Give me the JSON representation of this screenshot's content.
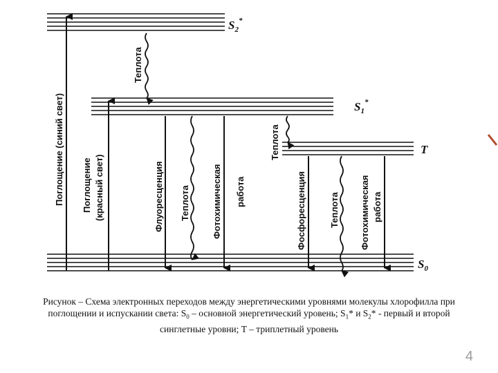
{
  "levels": {
    "s2": {
      "symbol": "S",
      "sub": "2",
      "sup": "*"
    },
    "s1": {
      "symbol": "S",
      "sub": "1",
      "sup": "*"
    },
    "t": {
      "symbol": "T"
    },
    "s0": {
      "symbol": "S",
      "sub": "0"
    }
  },
  "transitions": {
    "absorption_blue": "Поглощение (синий свет)",
    "absorption_red_line1": "Поглощение",
    "absorption_red_line2": "(красный свет)",
    "heat_s2_s1": "Теплота",
    "fluorescence": "Флуоресценция",
    "heat_s1_s0": "Теплота",
    "photochem_s1_line1": "Фотохимическая",
    "photochem_s1_line2": "работа",
    "heat_s1_t": "Теплота",
    "phosphorescence": "Фосфоресценция",
    "heat_t_s0": "Теплота",
    "photochem_t_line1": "Фотохимическая",
    "photochem_t_line2": "работа"
  },
  "caption": {
    "line1": "Рисунок – Схема электронных переходов между энергетическими уровнями молекулы хлорофилла при",
    "line2_a": "поглощении и испускании света: S",
    "line2_s0sub": "0",
    "line2_b": " – основной энергетический уровень; S",
    "line2_s1sub": "1",
    "line2_c": "* и S",
    "line2_s2sub": "2",
    "line2_d": "* - первый и второй",
    "line3": "синглетные уровни; T – триплетный уровень"
  },
  "page_number": "4"
}
